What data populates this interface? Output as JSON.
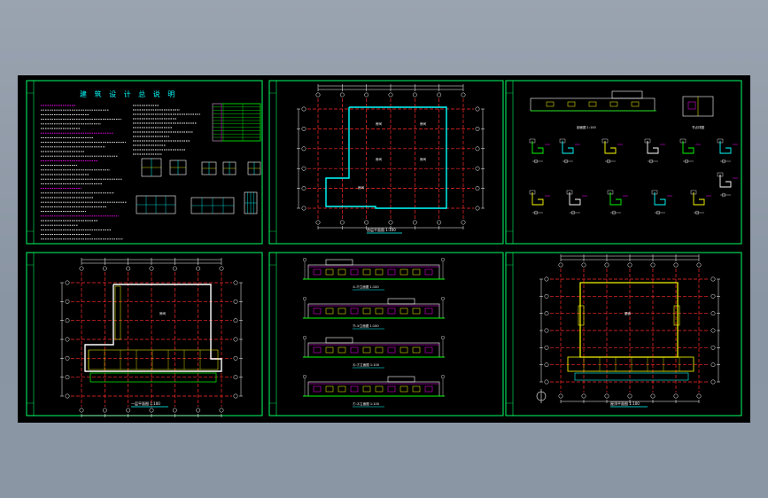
{
  "viewer": {
    "background_color": "#8f9aa9",
    "drawing_background": "#000000"
  },
  "sheets": [
    {
      "id": "sheet-1",
      "title": "建 筑 设 计 总 说 明",
      "kind": "notes",
      "scale_label": ""
    },
    {
      "id": "sheet-2",
      "title": "首层平面图",
      "kind": "plan",
      "scale_label": "1:100"
    },
    {
      "id": "sheet-3",
      "title": "剖面图",
      "kind": "details",
      "scale_label": "1:100"
    },
    {
      "id": "sheet-4",
      "title": "一层平面图",
      "kind": "plan",
      "scale_label": "1:100"
    },
    {
      "id": "sheet-5",
      "title": "立面图",
      "kind": "elevations",
      "scale_label": "1:100"
    },
    {
      "id": "sheet-6",
      "title": "屋顶平面图",
      "kind": "plan",
      "scale_label": "1:100"
    }
  ],
  "elevation_labels": [
    "①-⑪立面图",
    "⑪-①立面图",
    "Ⓐ-Ⓕ立面图",
    "Ⓕ-Ⓐ立面图"
  ],
  "colors": {
    "frame": "#00ff66",
    "grid": "#ff2a2a",
    "wall": "#00ffff",
    "dimension": "#ffffff",
    "accent_magenta": "#ff00ff",
    "accent_yellow": "#ffff00",
    "accent_green": "#00ff00"
  }
}
